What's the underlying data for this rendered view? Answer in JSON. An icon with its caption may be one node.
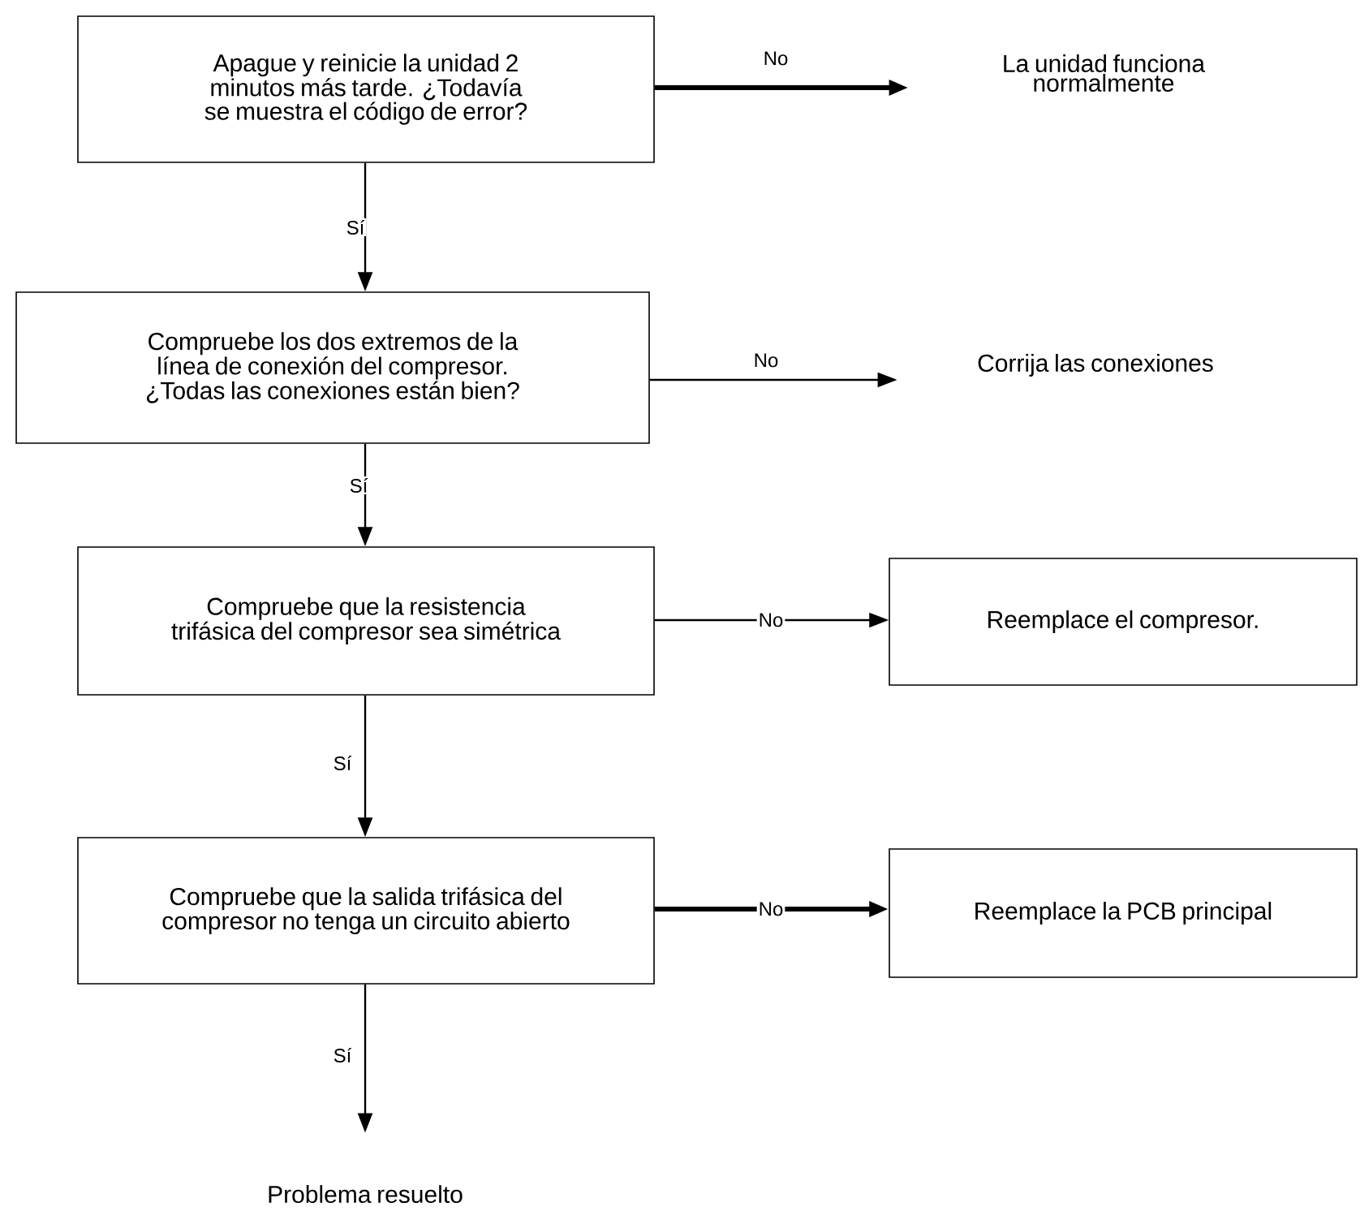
{
  "diagram": {
    "nodes": [
      {
        "text": [
          "Apague y reinicie la unidad 2 minutos más tarde. ¿Todavía se muestra el código de error?"
        ]
      },
      {
        "text": [
          "La unidad funciona normalmente"
        ]
      },
      {
        "text": [
          "Compruebe los dos extremos de la línea de conexión del compresor. ¿Todas las conexiones están bien?"
        ]
      },
      {
        "text": [
          "Corrija las conexiones"
        ]
      },
      {
        "text": [
          "Compruebe que la resistencia trifásica del compresor sea simétrica"
        ]
      },
      {
        "text": [
          "Reemplace el compresor."
        ]
      },
      {
        "text": [
          "Compruebe que la salida trifásica del compresor no tenga un circuito abierto"
        ]
      },
      {
        "text": [
          "Reemplace la PCB principal"
        ]
      },
      {
        "text": [
          "Problema resuelto"
        ]
      }
    ],
    "edges": [
      {
        "from": 0,
        "to": 1,
        "arrow": "to",
        "label": "No",
        "style": "thick"
      },
      {
        "from": 0,
        "to": 2,
        "arrow": "to",
        "label": "Sí"
      },
      {
        "from": 2,
        "to": 3,
        "arrow": "to",
        "label": "No"
      },
      {
        "from": 2,
        "to": 4,
        "arrow": "to",
        "label": "Sí"
      },
      {
        "from": 4,
        "to": 5,
        "arrow": "to",
        "label": "No"
      },
      {
        "from": 4,
        "to": 6,
        "arrow": "to",
        "label": "Sí"
      },
      {
        "from": 6,
        "to": 7,
        "arrow": "to",
        "label": "No",
        "style": "thick"
      },
      {
        "from": 6,
        "to": 8,
        "arrow": "to",
        "label": "Sí"
      }
    ]
  }
}
